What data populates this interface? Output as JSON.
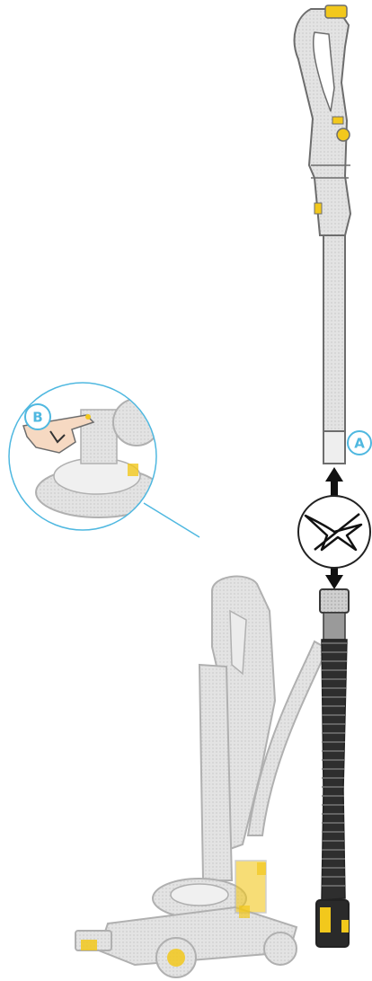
{
  "callouts": [
    {
      "id": "A",
      "label": "A"
    },
    {
      "id": "B",
      "label": "B"
    }
  ],
  "colors": {
    "callout_accent": "#4fb8e0",
    "machine_gray": "#cfcfcf",
    "machine_outline": "#b0b0b0",
    "wand_gray": "#d6d6d6",
    "wand_outline": "#6d6d6d",
    "hose_dark": "#2e2e2e",
    "accent_yellow": "#f2c81c",
    "arrow_black": "#111111"
  },
  "icons": {
    "wand": "wand-icon",
    "hose": "hose-icon",
    "machine": "upright-vacuum-icon",
    "connect_arrows": "connect-arrows-icon",
    "no_tool": "no-tool-icon",
    "finger_press": "finger-press-icon"
  }
}
